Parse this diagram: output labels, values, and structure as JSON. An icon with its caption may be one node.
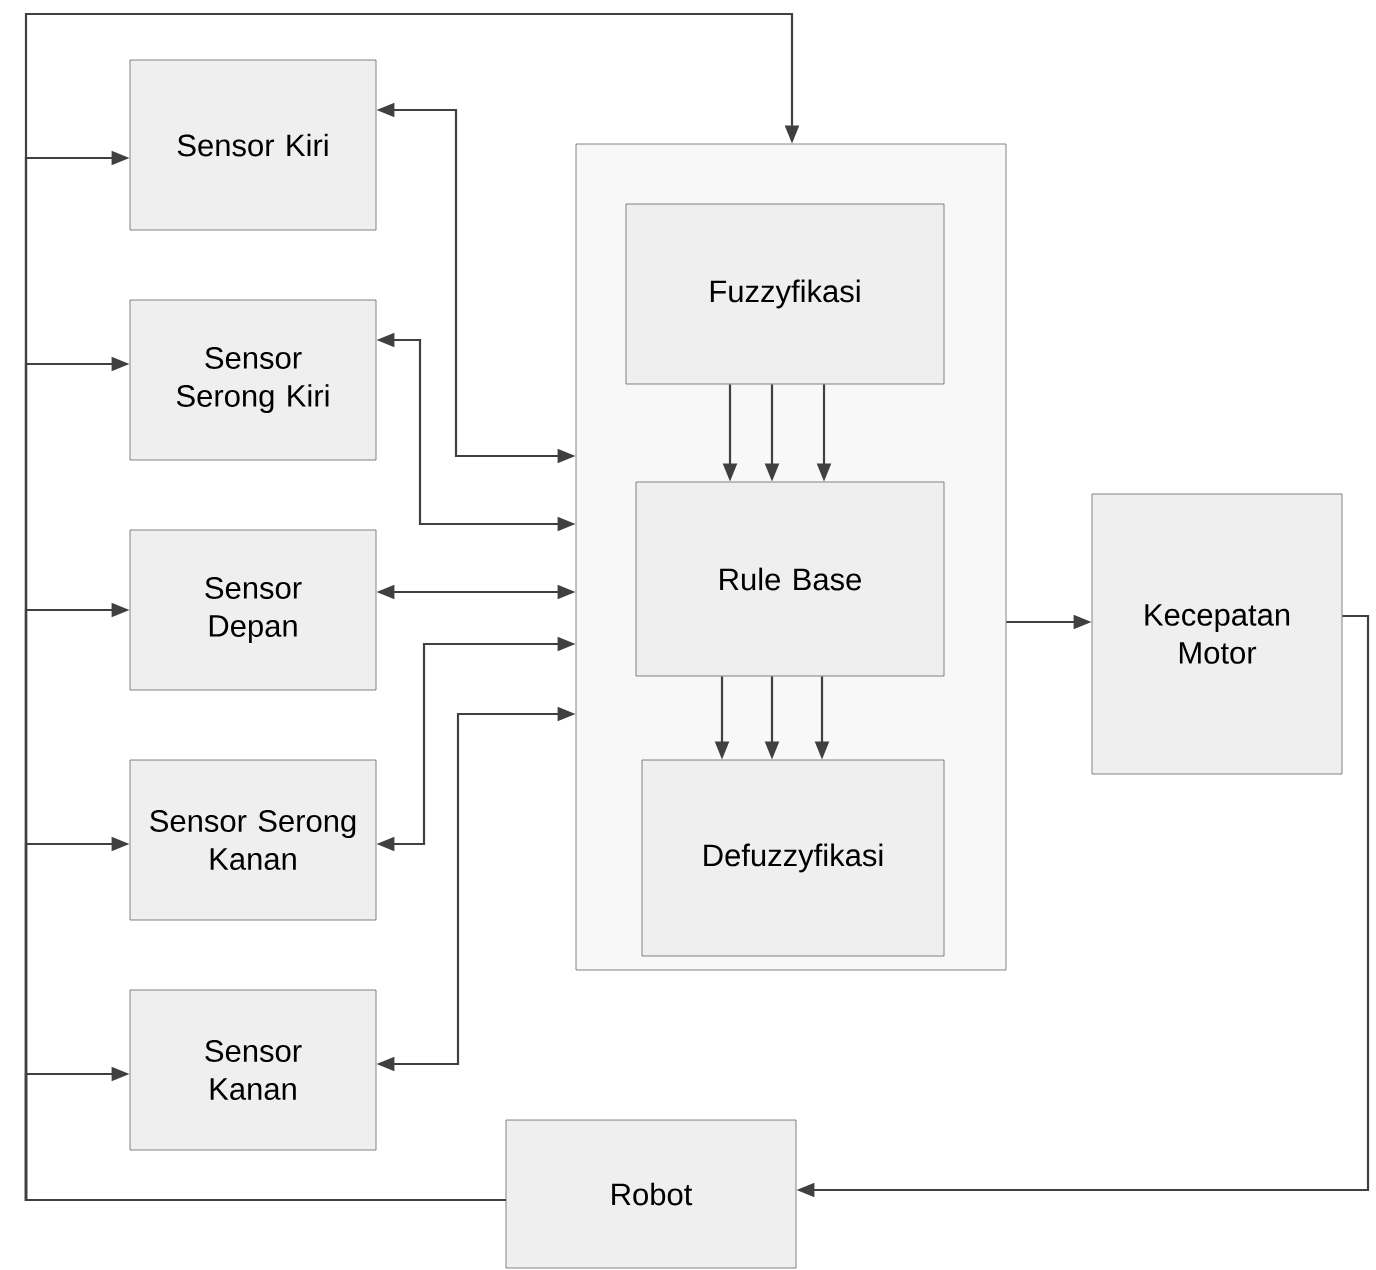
{
  "diagram": {
    "nodes": [
      {
        "text": [
          "Sensor Kiri"
        ]
      },
      {
        "text": [
          "Sensor Serong Kiri"
        ]
      },
      {
        "text": [
          "Sensor Depan"
        ]
      },
      {
        "text": [
          "Sensor Serong Kanan"
        ]
      },
      {
        "text": [
          "Sensor Kanan"
        ]
      },
      {
        "text": [],
        "shape": "box"
      },
      {
        "text": [
          "Fuzzyfikasi"
        ],
        "in": 5
      },
      {
        "text": [
          "Rule Base"
        ],
        "in": 5
      },
      {
        "text": [
          "Defuzzyfikasi"
        ],
        "in": 5
      },
      {
        "text": [
          "Kecepatan Motor"
        ]
      },
      {
        "text": [
          "Robot"
        ]
      }
    ],
    "edges": [
      {
        "from": 10,
        "to": 0,
        "arrow": "to"
      },
      {
        "from": 10,
        "to": 1,
        "arrow": "to"
      },
      {
        "from": 10,
        "to": 2,
        "arrow": "to"
      },
      {
        "from": 10,
        "to": 3,
        "arrow": "to"
      },
      {
        "from": 10,
        "to": 4,
        "arrow": "to"
      },
      {
        "from": 10,
        "to": 5,
        "arrow": "to"
      },
      {
        "from": 0,
        "to": 5,
        "arrow": "both"
      },
      {
        "from": 1,
        "to": 5,
        "arrow": "both"
      },
      {
        "from": 2,
        "to": 5,
        "arrow": "both"
      },
      {
        "from": 3,
        "to": 5,
        "arrow": "both"
      },
      {
        "from": 4,
        "to": 5,
        "arrow": "both"
      },
      {
        "from": 6,
        "to": 7,
        "arrow": "to"
      },
      {
        "from": 6,
        "to": 7,
        "arrow": "to"
      },
      {
        "from": 6,
        "to": 7,
        "arrow": "to"
      },
      {
        "from": 7,
        "to": 8,
        "arrow": "to"
      },
      {
        "from": 7,
        "to": 8,
        "arrow": "to"
      },
      {
        "from": 7,
        "to": 8,
        "arrow": "to"
      },
      {
        "from": 5,
        "to": 9,
        "arrow": "to"
      },
      {
        "from": 9,
        "to": 10,
        "arrow": "to"
      }
    ]
  }
}
